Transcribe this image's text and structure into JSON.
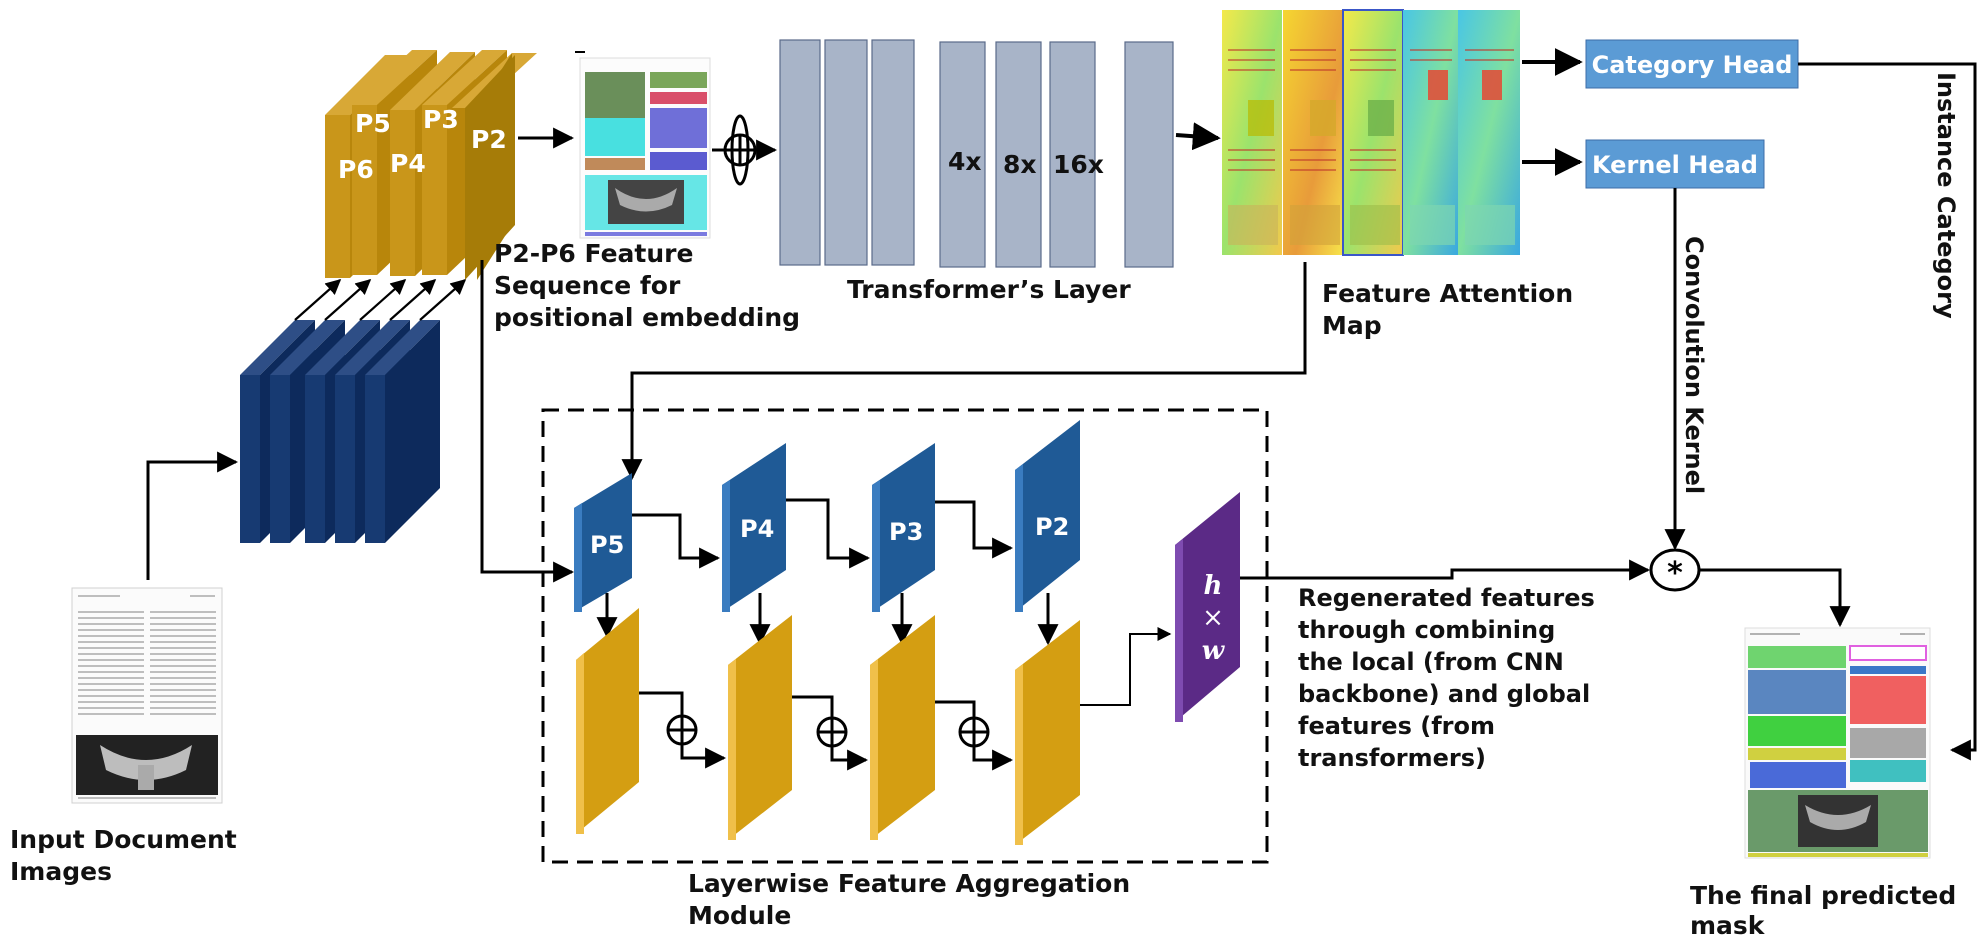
{
  "labels": {
    "input_images": "Input Document Images",
    "p2p6_sequence": "P2-P6 Feature Sequence for positional embedding",
    "transformer_layer": "Transformer’s Layer",
    "feature_attention": "Feature Attention Map",
    "lfam": "Layerwise Feature Aggregation Module",
    "regenerated": "Regenerated features through combining the local (from CNN backbone) and global features (from transformers)",
    "final_mask": "The final predicted mask",
    "convolution_kernel": "Convolution Kernel",
    "instance_category": "Instance Category"
  },
  "heads": {
    "category": "Category Head",
    "kernel": "Kernel Head"
  },
  "pyramid_top": [
    "P6",
    "P5",
    "P4",
    "P3",
    "P2"
  ],
  "transformer_scales": [
    "4x",
    "8x",
    "16x"
  ],
  "lfam_levels": [
    "P5",
    "P4",
    "P3",
    "P2"
  ],
  "hw_block": {
    "h": "h",
    "times": "×",
    "w": "w"
  },
  "conv_symbol": "*",
  "colors": {
    "gold": "#b8860b",
    "blue_block": "#1f5a96",
    "navy": "#0d2a5c",
    "purple": "#5b2a86",
    "head_fill": "#5b9bd5",
    "transformer_grey": "#a8b4c8",
    "yellow_feature": "#d4a017"
  }
}
